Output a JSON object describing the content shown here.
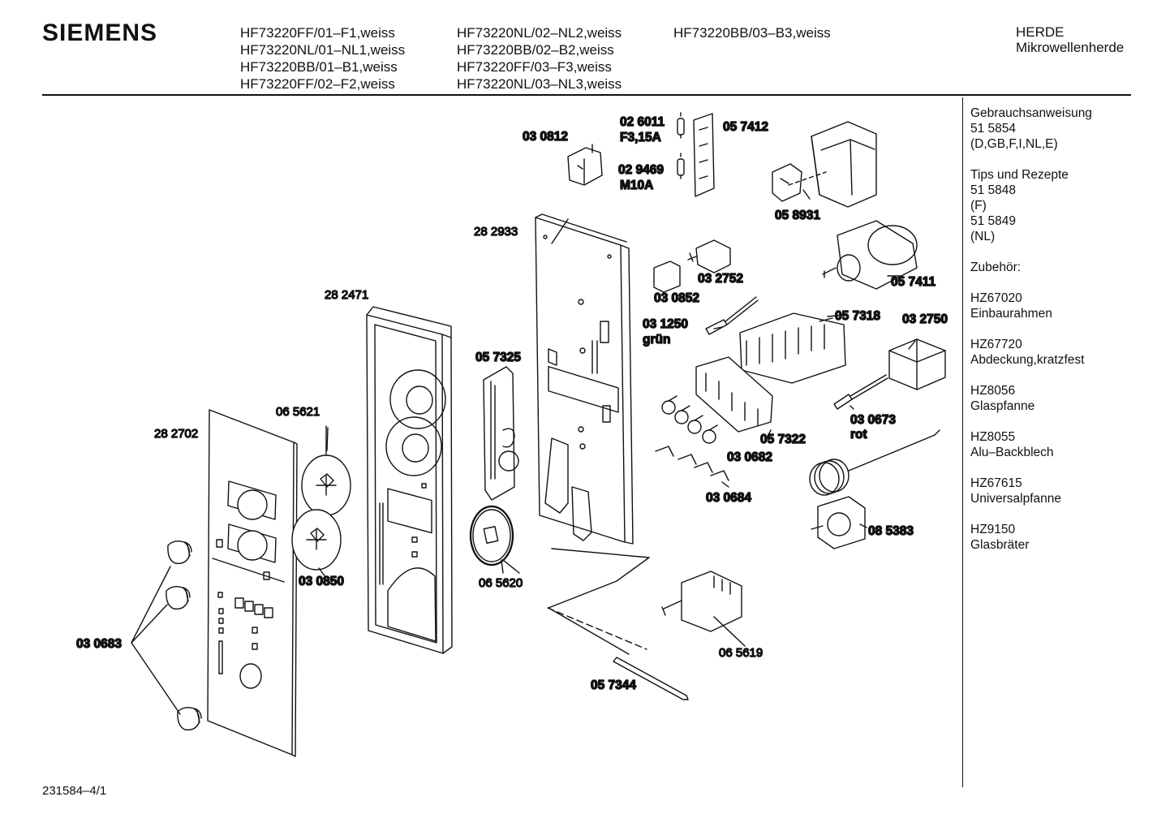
{
  "header": {
    "brand": "SIEMENS",
    "models_col1": [
      "HF73220FF/01–F1,weiss",
      "HF73220NL/01–NL1,weiss",
      "HF73220BB/01–B1,weiss",
      "HF73220FF/02–F2,weiss"
    ],
    "models_col2": [
      "HF73220NL/02–NL2,weiss",
      "HF73220BB/02–B2,weiss",
      "HF73220FF/03–F3,weiss",
      "HF73220NL/03–NL3,weiss"
    ],
    "models_col3": [
      "HF73220BB/03–B3,weiss"
    ],
    "category": "HERDE",
    "subcategory": "Mikrowellenherde"
  },
  "sidebar": {
    "groups": [
      [
        "Gebrauchsanweisung",
        "51 5854",
        "(D,GB,F,I,NL,E)"
      ],
      [
        "Tips und Rezepte",
        "51 5848",
        "(F)",
        "51 5849",
        "(NL)"
      ],
      [
        "Zubehör:"
      ],
      [
        "HZ67020",
        "Einbaurahmen"
      ],
      [
        "HZ67720",
        "Abdeckung,kratzfest"
      ],
      [
        "HZ8056",
        "Glaspfanne"
      ],
      [
        "HZ8055",
        "Alu–Backblech"
      ],
      [
        "HZ67615",
        "Universalpfanne"
      ],
      [
        "HZ9150",
        "Glasbräter"
      ]
    ]
  },
  "parts": {
    "p_030812": "03 0812",
    "p_026011": "02 6011",
    "p_f315a": "F3,15A",
    "p_029469": "02 9469",
    "p_m10a": "M10A",
    "p_057412": "05 7412",
    "p_058931": "05 8931",
    "p_282933": "28 2933",
    "p_030852": "03 0852",
    "p_032752": "03 2752",
    "p_057411": "05 7411",
    "p_282471": "28 2471",
    "p_031250": "03 1250",
    "p_gruen": "grün",
    "p_057318": "05 7318",
    "p_032750": "03 2750",
    "p_057325": "05 7325",
    "p_065621": "06 5621",
    "p_282702": "28 2702",
    "p_057322": "05 7322",
    "p_030673": "03 0673",
    "p_rot": "rot",
    "p_030682": "03 0682",
    "p_030684": "03 0684",
    "p_085383": "08 5383",
    "p_030850": "03 0850",
    "p_065620": "06 5620",
    "p_030683": "03 0683",
    "p_065619": "06 5619",
    "p_057344": "05 7344"
  },
  "footer": {
    "code": "231584–4/1"
  }
}
